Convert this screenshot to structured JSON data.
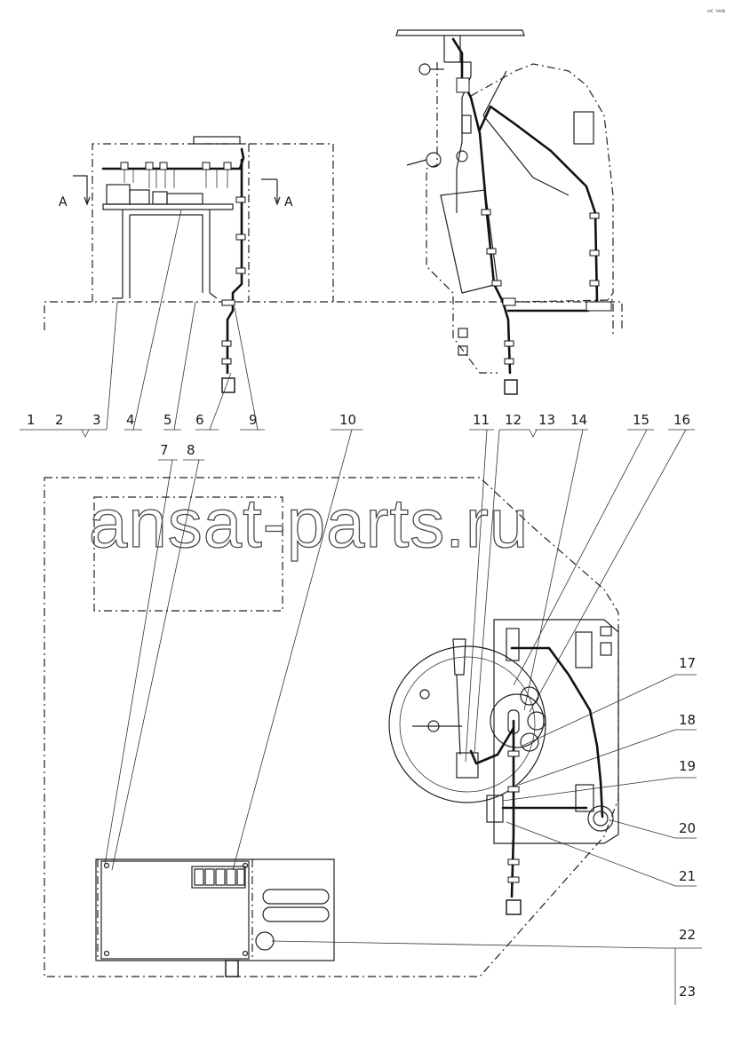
{
  "sheet_id": "нс чнв",
  "watermark": "ansat-parts.ru",
  "section_marks": [
    "A",
    "A"
  ],
  "callouts": [
    "1",
    "2",
    "3",
    "4",
    "5",
    "6",
    "9",
    "10",
    "7",
    "8",
    "11",
    "12",
    "13",
    "14",
    "15",
    "16",
    "17",
    "18",
    "19",
    "20",
    "21",
    "22",
    "23"
  ]
}
